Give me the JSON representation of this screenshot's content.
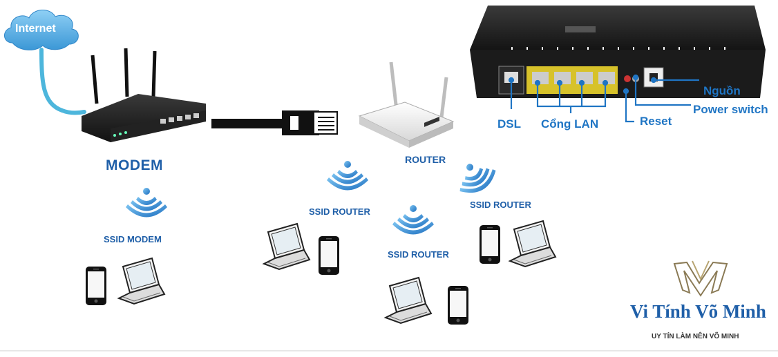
{
  "labels": {
    "internet": "Internet",
    "modem": "MODEM",
    "router": "ROUTER",
    "ssid_modem": "SSID MODEM",
    "ssid_router_1": "SSID ROUTER",
    "ssid_router_2": "SSID ROUTER",
    "ssid_router_3": "SSID ROUTER"
  },
  "ports": {
    "dsl": "DSL",
    "lan": "Cổng LAN",
    "reset": "Reset",
    "power_switch": "Power switch",
    "power": "Nguồn"
  },
  "brand": {
    "name": "Vi Tính Võ Minh",
    "slogan": "UY TÍN LÀM NÊN VÕ MINH"
  },
  "colors": {
    "accent_blue": "#1f5fa8",
    "port_blue": "#1f75c4",
    "cloud": "#4da9e0",
    "device_dark": "#1c1c1c"
  },
  "icons": [
    "cloud-icon",
    "wifi-icon",
    "laptop-icon",
    "phone-icon",
    "modem-icon",
    "router-icon",
    "ethernet-plug-icon"
  ]
}
